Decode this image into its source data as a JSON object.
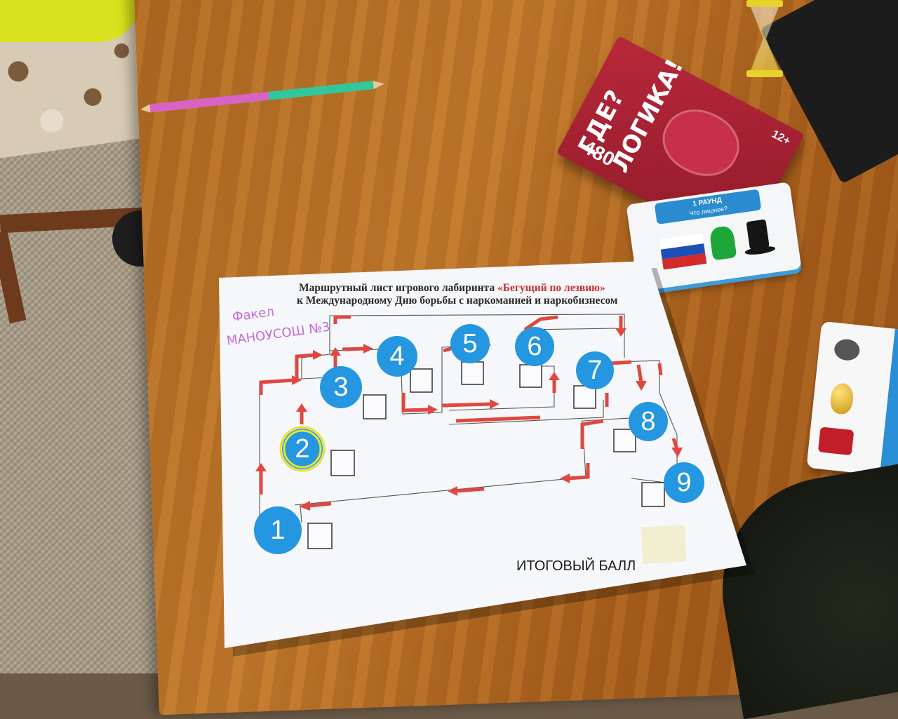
{
  "sheet": {
    "title_line1_prefix": "Маршрутный лист игрового лабиринта ",
    "title_line1_accent": "«Бегущий по лезвию»",
    "title_line2": "к Международному Дню борьбы с наркоманией и наркобизнесом",
    "handwriting_line1": "Факел",
    "handwriting_line2": "МАНОУСОШ №3",
    "total_label": "ИТОГОВЫЙ БАЛЛ",
    "stations": [
      "1",
      "2",
      "3",
      "4",
      "5",
      "6",
      "7",
      "8",
      "9"
    ],
    "highlighted_station": "2"
  },
  "card_box": {
    "title_line1": "ГДЕ?",
    "title_line2": "ЛОГИКА!",
    "age_rating": "12+",
    "card_count": "480"
  },
  "card_stack": {
    "round_label": "1 РАУНД",
    "question": "Что лишнее?"
  },
  "colors": {
    "station_blue": "#2596e0",
    "arrow_red": "#e0483f",
    "accent_title": "#c9302c",
    "handwriting": "#c46ad8",
    "box_red": "#b8283a"
  }
}
